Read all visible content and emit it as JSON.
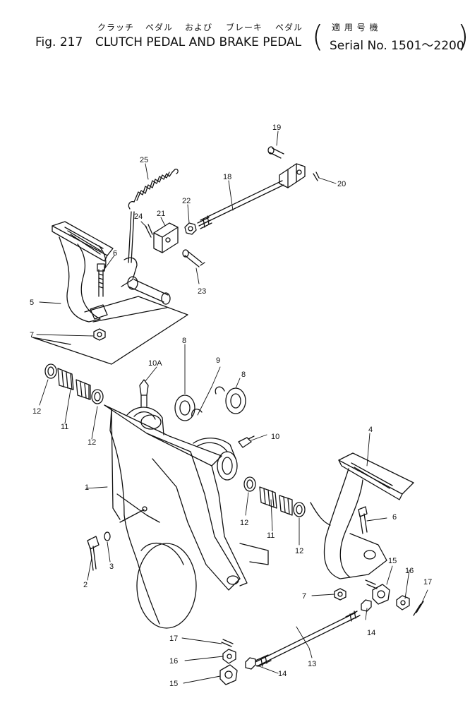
{
  "header": {
    "jp_title_parts": [
      "クラッチ",
      "ペダル",
      "および",
      "ブレーキ",
      "ペダル"
    ],
    "jp_serial_label": "適 用 号 機",
    "fig_label": "Fig. 217",
    "title": "CLUTCH PEDAL AND BRAKE PEDAL",
    "serial_text": "Serial No. 1501～2200"
  },
  "callouts": [
    {
      "id": "c1",
      "label": "1"
    },
    {
      "id": "c2",
      "label": "2"
    },
    {
      "id": "c3",
      "label": "3"
    },
    {
      "id": "c4",
      "label": "4"
    },
    {
      "id": "c5",
      "label": "5"
    },
    {
      "id": "c6a",
      "label": "6"
    },
    {
      "id": "c6b",
      "label": "6"
    },
    {
      "id": "c7a",
      "label": "7"
    },
    {
      "id": "c7b",
      "label": "7"
    },
    {
      "id": "c8a",
      "label": "8"
    },
    {
      "id": "c8b",
      "label": "8"
    },
    {
      "id": "c9",
      "label": "9"
    },
    {
      "id": "c10a",
      "label": "10A"
    },
    {
      "id": "c10",
      "label": "10"
    },
    {
      "id": "c11a",
      "label": "11"
    },
    {
      "id": "c11b",
      "label": "11"
    },
    {
      "id": "c12a",
      "label": "12"
    },
    {
      "id": "c12b",
      "label": "12"
    },
    {
      "id": "c12c",
      "label": "12"
    },
    {
      "id": "c12d",
      "label": "12"
    },
    {
      "id": "c13",
      "label": "13"
    },
    {
      "id": "c14a",
      "label": "14"
    },
    {
      "id": "c14b",
      "label": "14"
    },
    {
      "id": "c15a",
      "label": "15"
    },
    {
      "id": "c15b",
      "label": "15"
    },
    {
      "id": "c16a",
      "label": "16"
    },
    {
      "id": "c16b",
      "label": "16"
    },
    {
      "id": "c17a",
      "label": "17"
    },
    {
      "id": "c17b",
      "label": "17"
    },
    {
      "id": "c18",
      "label": "18"
    },
    {
      "id": "c19",
      "label": "19"
    },
    {
      "id": "c20",
      "label": "20"
    },
    {
      "id": "c21",
      "label": "21"
    },
    {
      "id": "c22",
      "label": "22"
    },
    {
      "id": "c23",
      "label": "23"
    },
    {
      "id": "c24",
      "label": "24"
    },
    {
      "id": "c25",
      "label": "25"
    }
  ]
}
